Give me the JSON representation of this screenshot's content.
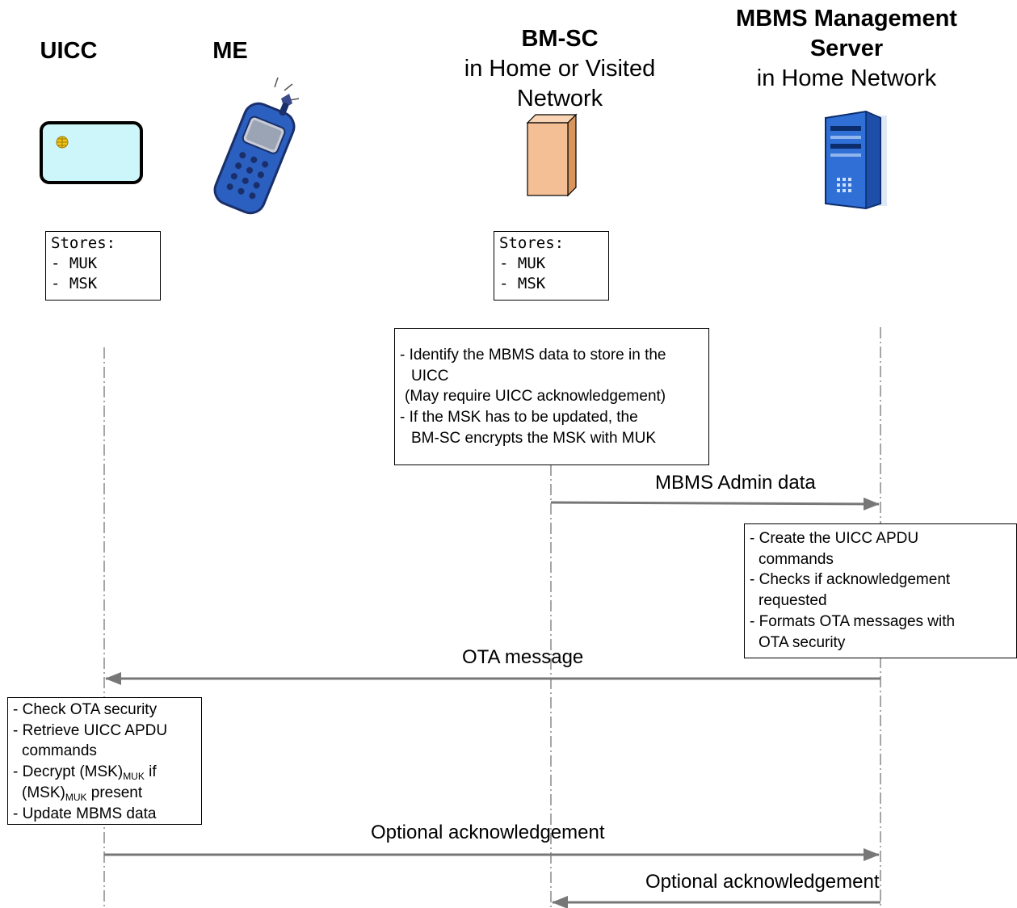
{
  "entities": {
    "uicc": {
      "title": "UICC"
    },
    "me": {
      "title": "ME"
    },
    "bmsc": {
      "title": "BM-SC",
      "subtitle": "in Home or Visited Network"
    },
    "mgmt": {
      "title": "MBMS Management Server",
      "subtitle": "in Home Network"
    }
  },
  "stores": {
    "uicc": [
      "Stores:",
      "- MUK",
      "- MSK"
    ],
    "bmsc": [
      "Stores:",
      "- MUK",
      "- MSK"
    ]
  },
  "notes": {
    "bmsc": [
      "- Identify the MBMS data to store in the",
      "UICC",
      "(May require UICC acknowledgement)",
      "- If the MSK has to be updated, the",
      "BM-SC encrypts the MSK with MUK"
    ],
    "mgmt": [
      "- Create the UICC APDU",
      "commands",
      "- Checks if acknowledgement",
      "requested",
      "- Formats OTA messages with",
      "OTA security"
    ],
    "uicc": {
      "l1": "- Check OTA security",
      "l2": "- Retrieve UICC APDU",
      "l3": "commands",
      "l4a": "- Decrypt (MSK)",
      "l4sub": "MUK",
      "l4b": " if",
      "l5a": "(MSK)",
      "l5sub": "MUK",
      "l5b": " present",
      "l6": "- Update MBMS data"
    }
  },
  "messages": {
    "admin": "MBMS Admin data",
    "ota": "OTA message",
    "ack1": "Optional acknowledgement",
    "ack2": "Optional acknowledgement"
  },
  "colors": {
    "lifeline": "#888888",
    "arrow": "#777777",
    "card_fill": "#ccf6fa",
    "server_fill": "#f5bf96",
    "chip": "#f0c419",
    "blue": "#2f6fd6"
  }
}
